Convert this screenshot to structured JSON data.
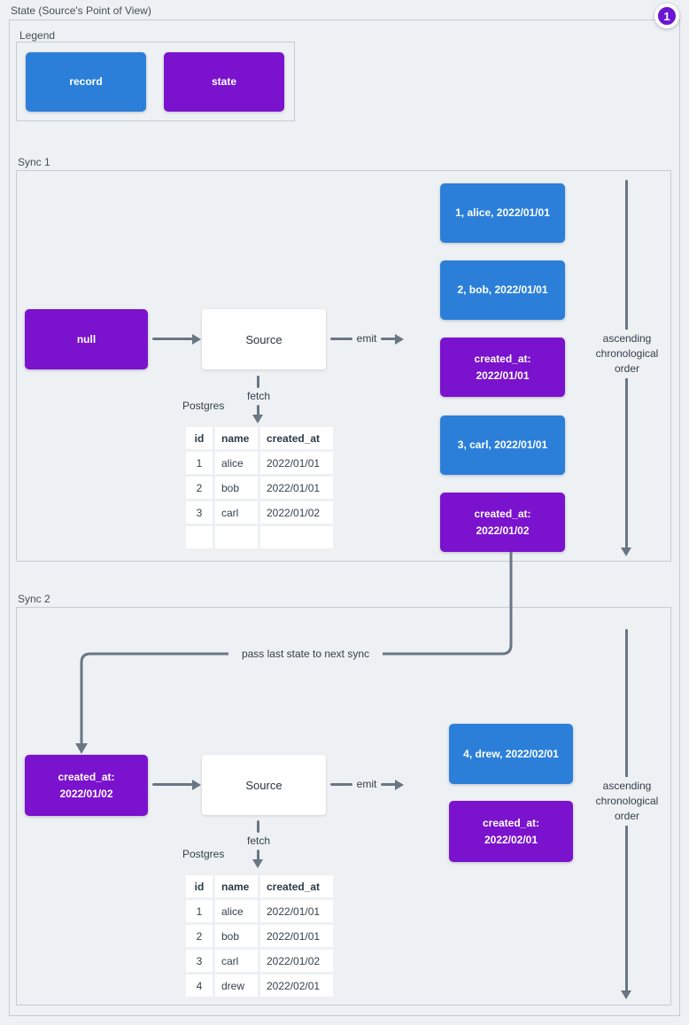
{
  "page": {
    "title": "State (Source's Point of View)",
    "badge": "1"
  },
  "colors": {
    "record": "#2b7fd9",
    "state": "#7b12ce",
    "badge": "#6b16d3",
    "arrow": "#697683",
    "background": "#eef1f4"
  },
  "legend": {
    "label": "Legend",
    "items": [
      {
        "label": "record"
      },
      {
        "label": "state"
      }
    ]
  },
  "sync1": {
    "label": "Sync 1",
    "input_state": {
      "lines": [
        "null"
      ]
    },
    "source": "Source",
    "emit": "emit",
    "fetch": "fetch",
    "database": "Postgres",
    "table": {
      "headers": [
        "id",
        "name",
        "created_at"
      ],
      "rows": [
        [
          "1",
          "alice",
          "2022/01/01"
        ],
        [
          "2",
          "bob",
          "2022/01/01"
        ],
        [
          "3",
          "carl",
          "2022/01/02"
        ],
        [
          "",
          "",
          ""
        ]
      ]
    },
    "emitted": [
      {
        "type": "record",
        "lines": [
          "1, alice, 2022/01/01"
        ]
      },
      {
        "type": "record",
        "lines": [
          "2, bob, 2022/01/01"
        ]
      },
      {
        "type": "state",
        "lines": [
          "created_at:",
          "2022/01/01"
        ]
      },
      {
        "type": "record",
        "lines": [
          "3, carl, 2022/01/01"
        ]
      },
      {
        "type": "state",
        "lines": [
          "created_at:",
          "2022/01/02"
        ]
      }
    ],
    "order_label": "ascending chronological order"
  },
  "connector": {
    "label": "pass last state to next sync"
  },
  "sync2": {
    "label": "Sync 2",
    "input_state": {
      "lines": [
        "created_at:",
        "2022/01/02"
      ]
    },
    "source": "Source",
    "emit": "emit",
    "fetch": "fetch",
    "database": "Postgres",
    "table": {
      "headers": [
        "id",
        "name",
        "created_at"
      ],
      "rows": [
        [
          "1",
          "alice",
          "2022/01/01"
        ],
        [
          "2",
          "bob",
          "2022/01/01"
        ],
        [
          "3",
          "carl",
          "2022/01/02"
        ],
        [
          "4",
          "drew",
          "2022/02/01"
        ]
      ]
    },
    "emitted": [
      {
        "type": "record",
        "lines": [
          "4, drew, 2022/02/01"
        ]
      },
      {
        "type": "state",
        "lines": [
          "created_at:",
          "2022/02/01"
        ]
      }
    ],
    "order_label": "ascending chronological order"
  }
}
